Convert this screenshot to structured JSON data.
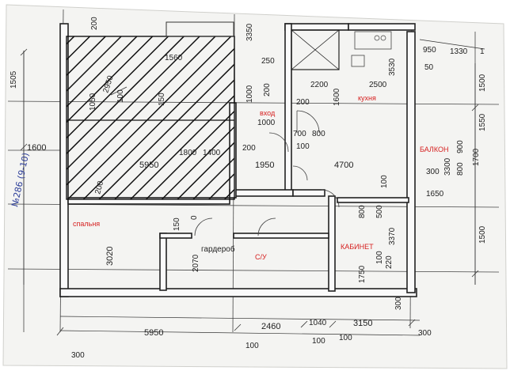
{
  "handwritten_note": "№286 (9-10)",
  "rooms": {
    "bedroom": "спальня",
    "kitchen": "кухня",
    "entrance": "вход",
    "wardrobe": "гардероб",
    "bathroom": "С/У",
    "balcony": "БАЛКОН",
    "office": "КАБИНЕТ"
  },
  "colors": {
    "room_label_red": "#d62020",
    "ink_blue": "#2e3f9a",
    "line": "#222222"
  },
  "dimensions": {
    "top_left_200": "200",
    "top_3350": "3350",
    "left_1505": "1505",
    "left_1600": "1600",
    "left_1560": "1560",
    "left_2950": "2950",
    "left_1050": "1050",
    "left_5950_inner": "5950",
    "left_1400": "1400",
    "left_1800": "1800",
    "left_100": "100",
    "left_150": "150",
    "left_200": "200",
    "center_200_a": "200",
    "center_1950": "1950",
    "c_250": "250",
    "c_200_b": "200",
    "c_1000_v": "1000",
    "c_1000_h": "1000",
    "c_2200": "2200",
    "c_200_c": "200",
    "c_1600": "1600",
    "c_700": "700",
    "c_800": "800",
    "c_100": "100",
    "c_4700": "4700",
    "k_2500": "2500",
    "k_3530": "3530",
    "k_950": "950",
    "k_1330": "1330",
    "k_1": "1",
    "k_50": "50",
    "r_1500_a": "1500",
    "r_1550": "1550",
    "r_300_b": "300",
    "r_3300": "3300",
    "r_800": "800",
    "r_900": "900",
    "r_1700": "1700",
    "r_1650": "1650",
    "r_100_b": "100",
    "r_1500_b": "1500",
    "o_800": "800",
    "o_500": "500",
    "o_3370": "3370",
    "o_1750": "1750",
    "o_100": "100",
    "o_220": "220",
    "b_3020": "3020",
    "b_150": "150",
    "b_0": "0",
    "b_2070": "2070",
    "bot_5950": "5950",
    "bot_2460": "2460",
    "bot_1040": "1040",
    "bot_3150": "3150",
    "bot_300_a": "300",
    "bot_300_b": "300",
    "bot_300_c": "300",
    "bot_100_a": "100",
    "bot_100_b": "100",
    "bot_100_c": "100"
  }
}
